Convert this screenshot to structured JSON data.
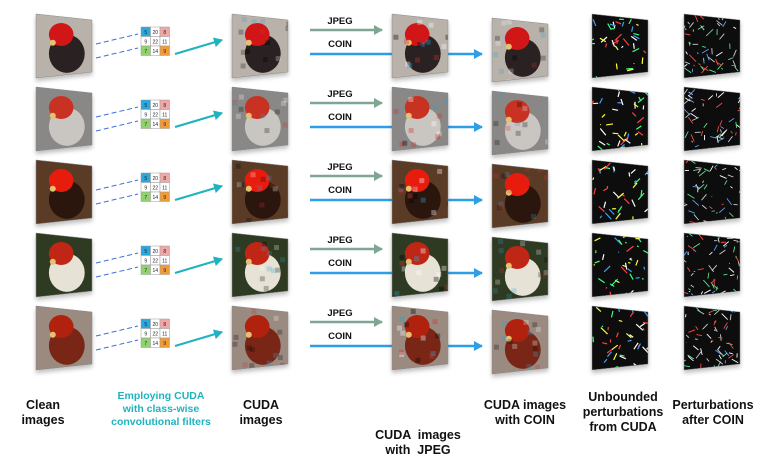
{
  "rows": [
    {
      "id": "row-1",
      "subject": "rooster head close-up",
      "bg": "#b9b2ab",
      "dark": "#2a2220",
      "red": "#d01818"
    },
    {
      "id": "row-2",
      "subject": "white rooster standing",
      "bg": "#8a8886",
      "dark": "#c9c6c2",
      "red": "#c83020"
    },
    {
      "id": "row-3",
      "subject": "dark rooster close-up",
      "bg": "#5a3a28",
      "dark": "#2a1810",
      "red": "#e81c10"
    },
    {
      "id": "row-4",
      "subject": "fluffy white rooster",
      "bg": "#2e3a20",
      "dark": "#e6e2d6",
      "red": "#c02818"
    },
    {
      "id": "row-5",
      "subject": "brown hen",
      "bg": "#9a8a80",
      "dark": "#7a2818",
      "red": "#b02010"
    }
  ],
  "filter_grid": {
    "numbers": [
      "5",
      "20",
      "8",
      "9",
      "22",
      "11",
      "7",
      "14",
      "9"
    ],
    "colors": [
      "#29a8e0",
      "#ffffff",
      "#f2a7a7",
      "#ffffff",
      "#ffffff",
      "#ffffff",
      "#8ed36b",
      "#ffffff",
      "#f09a3a"
    ]
  },
  "arrows": {
    "jpeg_label": "JPEG",
    "coin_label": "COIN",
    "jpeg_color": "#7fa693",
    "coin_color": "#2e9ee6",
    "filter_arrow_color": "#1fb3c0",
    "dash_color": "#3a6fd8"
  },
  "captions": {
    "clean": [
      "Clean",
      "images"
    ],
    "employing": [
      "Employing CUDA",
      "with class-wise",
      "convolutional filters"
    ],
    "cuda": [
      "CUDA",
      "images"
    ],
    "cuda_jpeg": [
      "CUDA  images",
      "with  JPEG"
    ],
    "cuda_coin": [
      "CUDA images",
      "with COIN"
    ],
    "unbounded": [
      "Unbounded",
      "perturbations",
      "from CUDA"
    ],
    "after_coin": [
      "Perturbations",
      "after COIN"
    ]
  }
}
